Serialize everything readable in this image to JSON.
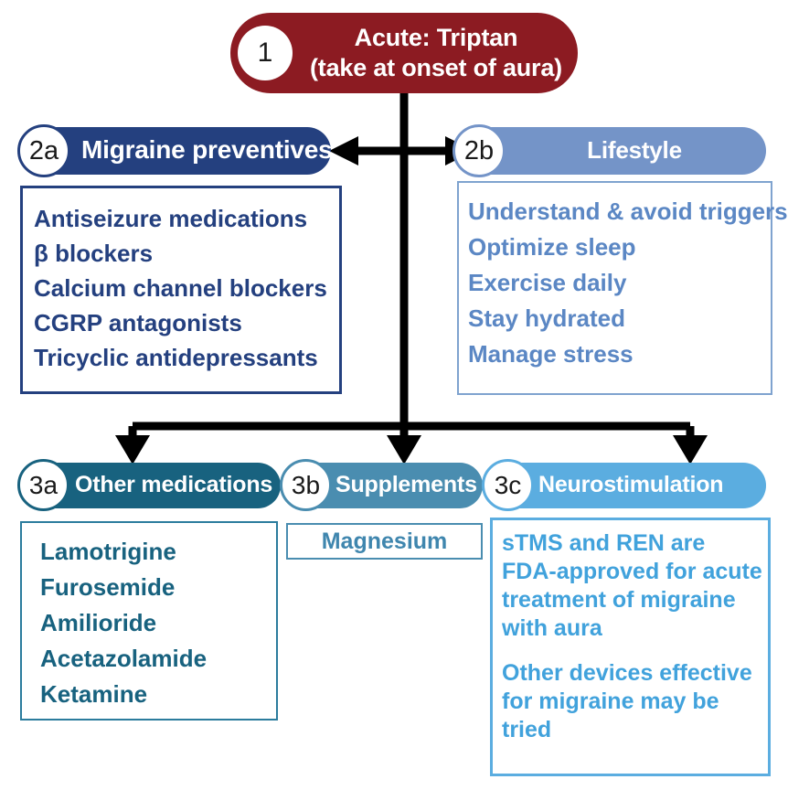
{
  "diagram": {
    "title": "Migraine with aura treatment algorithm",
    "colors": {
      "acute": "#8C1B22",
      "preventives": "#24407F",
      "lifestyle": "#7494C8",
      "other_medications": "#18627F",
      "supplements": "#4A8DB0",
      "neurostimulation": "#5BADE0",
      "connector": "#000000"
    }
  },
  "nodes": {
    "acute": {
      "badge": "1",
      "line1": "Acute: Triptan",
      "line2": "(take at onset of aura)"
    },
    "preventives": {
      "badge": "2a",
      "label": "Migraine preventives",
      "items": [
        "Antiseizure medications",
        "β blockers",
        "Calcium channel blockers",
        "CGRP antagonists",
        "Tricyclic antidepressants"
      ]
    },
    "lifestyle": {
      "badge": "2b",
      "label": "Lifestyle",
      "items": [
        "Understand & avoid triggers",
        "Optimize sleep",
        "Exercise daily",
        "Stay hydrated",
        "Manage stress"
      ]
    },
    "other_medications": {
      "badge": "3a",
      "label": "Other medications",
      "items": [
        "Lamotrigine",
        "Furosemide",
        "Amilioride",
        "Acetazolamide",
        "Ketamine"
      ]
    },
    "supplements": {
      "badge": "3b",
      "label": "Supplements",
      "items": [
        "Magnesium"
      ]
    },
    "neurostimulation": {
      "badge": "3c",
      "label": "Neurostimulation",
      "paragraphs": [
        "sTMS and REN are FDA-approved for acute treatment of migraine with aura",
        "Other devices effective for migraine may be tried"
      ]
    }
  },
  "connectors": {
    "stem_label": "vertical-stem-from-acute",
    "bidirectional_label": "2a-to-2b-bidirectional-arrow",
    "branch_label": "three-way-branch-to-row-3"
  }
}
